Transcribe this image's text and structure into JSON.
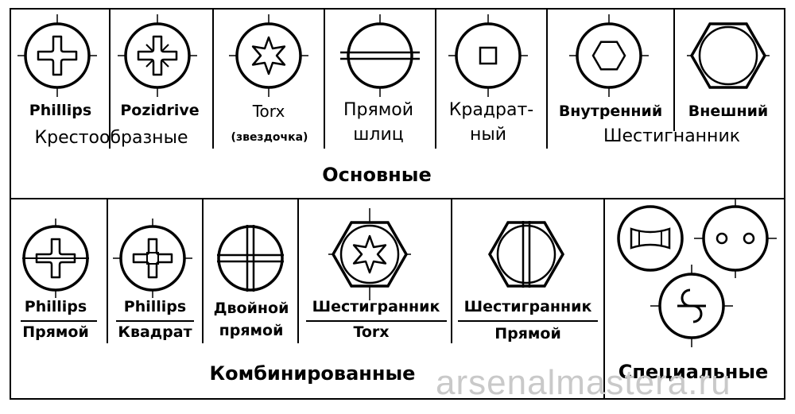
{
  "top": {
    "items": [
      {
        "label": "Phillips"
      },
      {
        "label": "Pozidrive"
      },
      {
        "label": "Torx",
        "sublabel": "(звездочка)"
      },
      {
        "label": "Прямой",
        "label2": "шлиц"
      },
      {
        "label": "Крадрат-",
        "label2": "ный"
      },
      {
        "label": "Внутренний"
      },
      {
        "label": "Внешний"
      }
    ],
    "group_cross": "Крестообразные",
    "group_hex": "Шестигнанник",
    "section": "Основные"
  },
  "bottom": {
    "items": [
      {
        "top": "Phillips",
        "bottom": "Прямой"
      },
      {
        "top": "Phillips",
        "bottom": "Квадрат"
      },
      {
        "top": "Двойной",
        "bottom": "прямой"
      },
      {
        "top": "Шестигранник",
        "bottom": "Torx"
      },
      {
        "top": "Шестигранник",
        "bottom": "Прямой"
      }
    ],
    "section": "Комбинированные",
    "special": "Специальные"
  },
  "watermark": "arsenalmastera.ru"
}
